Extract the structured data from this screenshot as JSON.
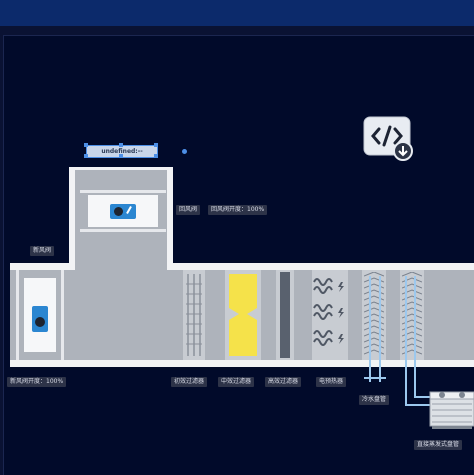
{
  "labels": {
    "selected_text": "undefined:--",
    "return_damper": "回风阀",
    "return_damper_opening": "回风阀开度：100%",
    "fresh_damper": "新风阀",
    "fresh_damper_opening": "新风阀开度：100%",
    "primary_filter": "初效过滤器",
    "medium_filter": "中效过滤器",
    "hepa_filter": "高效过滤器",
    "electric_heater": "电预热器",
    "chilled_water_coil": "冷水盘管",
    "dx_coil": "直接蒸发式盘管"
  },
  "colors": {
    "background": "#010a2a",
    "top_bar": "#0c2a6b",
    "duct_body": "#aeb3bb",
    "medium_filter": "#f5e24a",
    "pipe": "#9cc8ee"
  },
  "icons": [
    "code-download-icon",
    "damper-actuator-icon",
    "outdoor-unit-icon"
  ]
}
